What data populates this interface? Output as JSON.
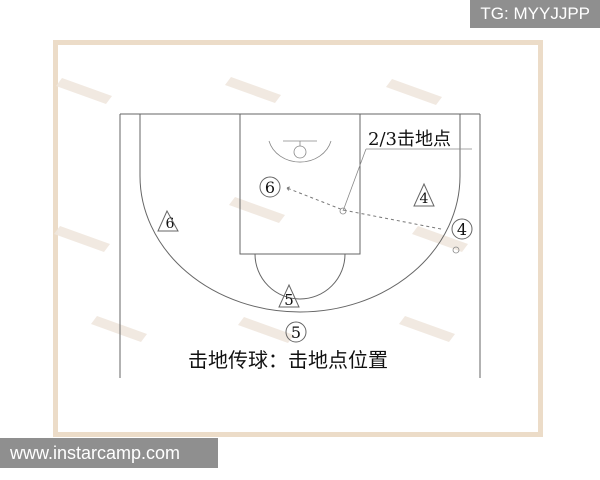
{
  "overlay": {
    "tg_label": "TG: MYYJJPP",
    "website": "www.instarcamp.com"
  },
  "diagram": {
    "annotation": "2/3击地点",
    "caption": "击地传球：击地点位置",
    "players": [
      {
        "id": "6",
        "kind": "circle"
      },
      {
        "id": "4",
        "kind": "triangle"
      },
      {
        "id": "4",
        "kind": "circle"
      },
      {
        "id": "6",
        "kind": "triangle"
      },
      {
        "id": "5",
        "kind": "triangle"
      },
      {
        "id": "5",
        "kind": "circle"
      }
    ]
  }
}
